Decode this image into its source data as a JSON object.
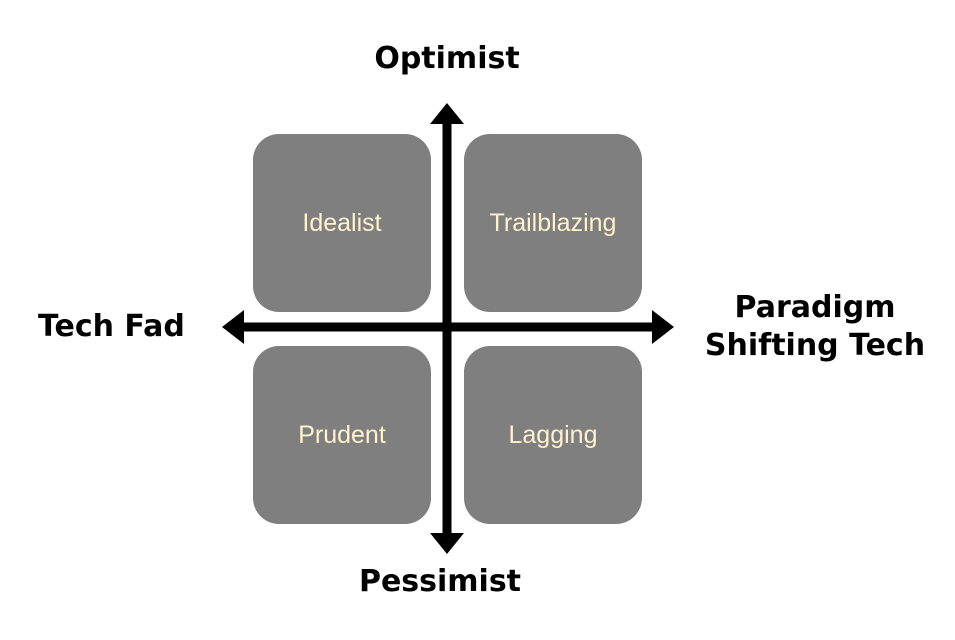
{
  "axes": {
    "top": "Optimist",
    "bottom": "Pessimist",
    "left": "Tech Fad",
    "right_line1": "Paradigm",
    "right_line2": "Shifting Tech"
  },
  "quadrants": {
    "top_left": "Idealist",
    "top_right": "Trailblazing",
    "bottom_left": "Prudent",
    "bottom_right": "Lagging"
  },
  "colors": {
    "box_fill": "#7f7f7f",
    "box_text": "#fff2cc",
    "axis": "#000000"
  }
}
